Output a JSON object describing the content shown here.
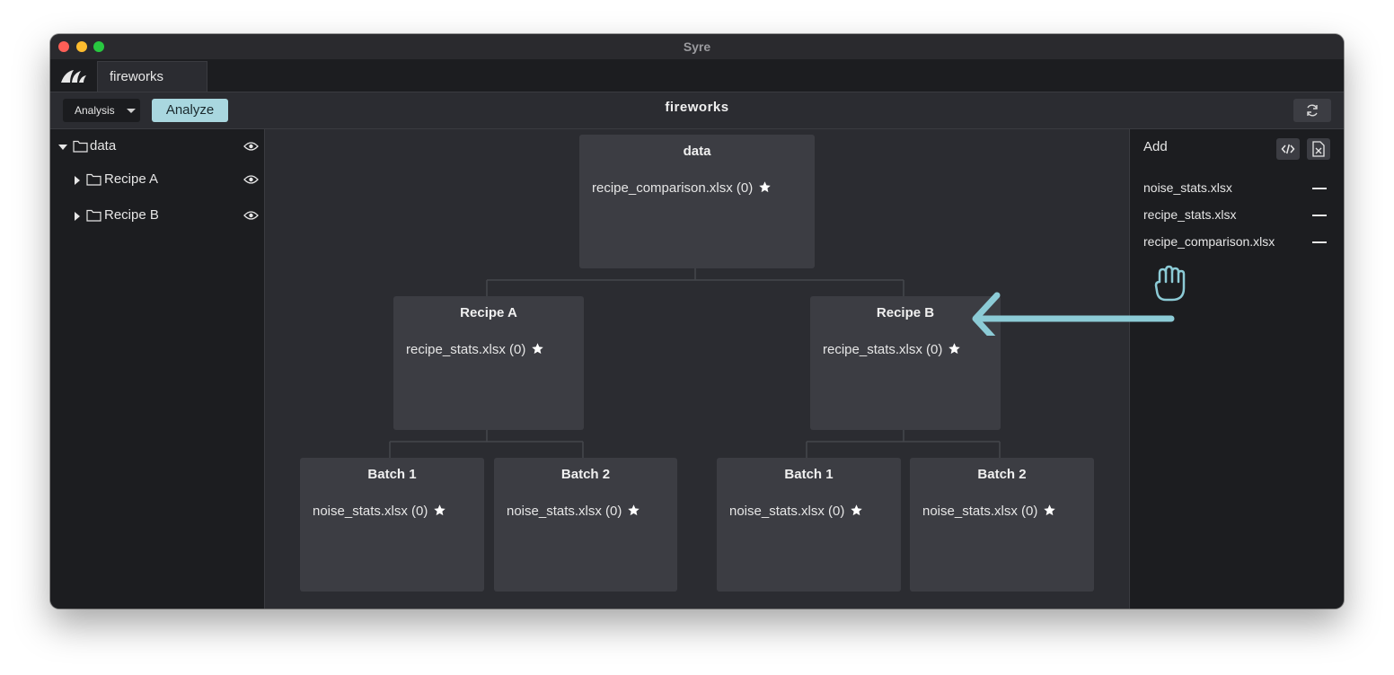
{
  "window": {
    "title": "Syre"
  },
  "tabs": [
    {
      "label": "fireworks"
    }
  ],
  "toolbar": {
    "mode_select": "Analysis",
    "analyze_label": "Analyze",
    "project_title": "fireworks"
  },
  "sidebar": {
    "root": {
      "label": "data"
    },
    "children": [
      {
        "label": "Recipe A"
      },
      {
        "label": "Recipe B"
      }
    ]
  },
  "graph": {
    "root": {
      "title": "data",
      "file": "recipe_comparison.xlsx (0)"
    },
    "recipe_a": {
      "title": "Recipe A",
      "file": "recipe_stats.xlsx (0)"
    },
    "recipe_b": {
      "title": "Recipe B",
      "file": "recipe_stats.xlsx (0)"
    },
    "a_batch1": {
      "title": "Batch 1",
      "file": "noise_stats.xlsx (0)"
    },
    "a_batch2": {
      "title": "Batch 2",
      "file": "noise_stats.xlsx (0)"
    },
    "b_batch1": {
      "title": "Batch 1",
      "file": "noise_stats.xlsx (0)"
    },
    "b_batch2": {
      "title": "Batch 2",
      "file": "noise_stats.xlsx (0)"
    }
  },
  "right_panel": {
    "add_label": "Add",
    "files": [
      {
        "label": "noise_stats.xlsx"
      },
      {
        "label": "recipe_stats.xlsx"
      },
      {
        "label": "recipe_comparison.xlsx"
      }
    ]
  },
  "colors": {
    "accent": "#a9d7df",
    "window_bg": "#2b2c31",
    "panel_bg": "#1c1d20",
    "node_bg": "#3c3d43"
  }
}
